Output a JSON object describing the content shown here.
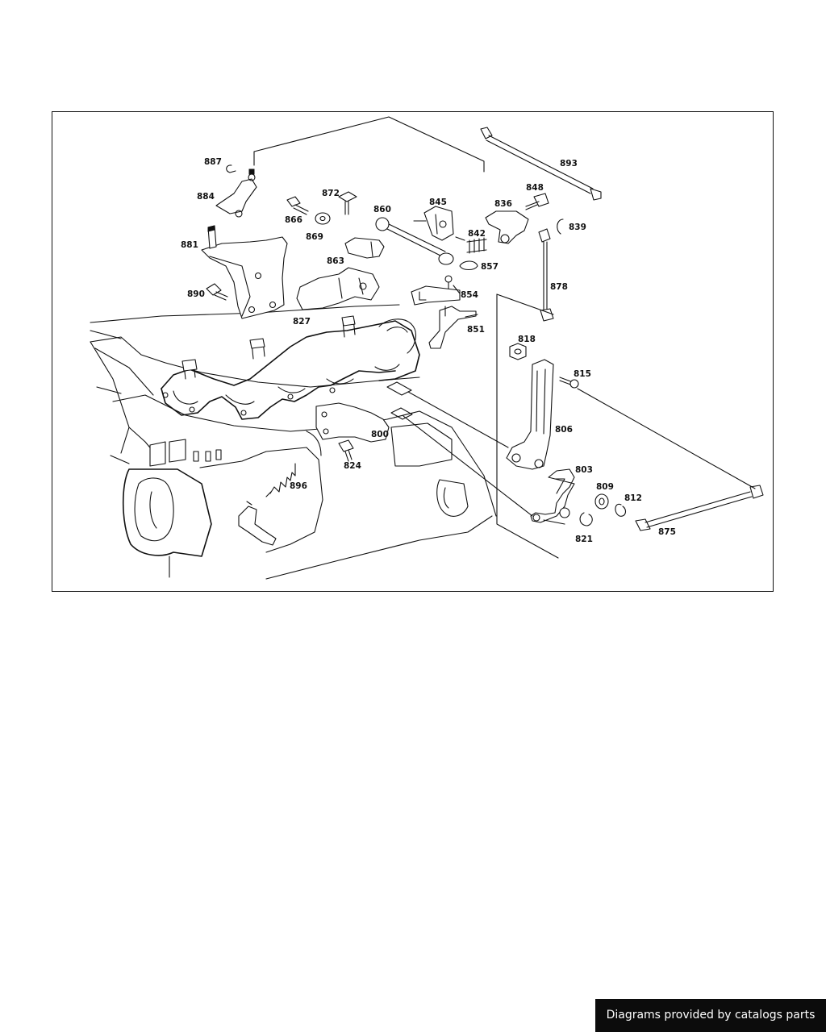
{
  "diagram": {
    "part_labels": [
      "887",
      "884",
      "866",
      "872",
      "869",
      "881",
      "890",
      "863",
      "827",
      "860",
      "845",
      "842",
      "857",
      "854",
      "851",
      "836",
      "848",
      "839",
      "893",
      "878",
      "818",
      "815",
      "806",
      "803",
      "809",
      "812",
      "821",
      "875",
      "800",
      "824",
      "896"
    ]
  },
  "footer": {
    "text": "Diagrams provided by catalogs parts"
  }
}
